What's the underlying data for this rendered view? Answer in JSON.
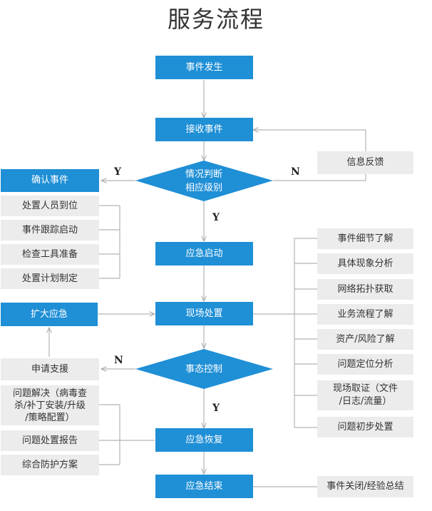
{
  "title": "服务流程",
  "main": {
    "event_occur": "事件发生",
    "receive_event": "接收事件",
    "judge": "情况判断\n相应级别",
    "emergency_start": "应急启动",
    "onsite": "现场处置",
    "control": "事态控制",
    "recover": "应急恢复",
    "finish": "应急结束"
  },
  "feedback": "信息反馈",
  "confirm": "确认事件",
  "expand": "扩大应急",
  "left_prep": [
    "处置人员到位",
    "事件跟踪启动",
    "检查工具准备",
    "处置计划制定"
  ],
  "support": "申请支援",
  "left_recover": [
    "问题解决（病毒查\n杀/补丁安装/升级\n/策略配置）",
    "问题处置报告",
    "综合防护方案"
  ],
  "right_onsite": [
    "事件细节了解",
    "具体现象分析",
    "网络拓扑获取",
    "业务流程了解",
    "资产/风险了解",
    "问题定位分析",
    "现场取证（文件\n/日志/流量）",
    "问题初步处置"
  ],
  "summary": "事件关闭/经验总结",
  "labels": {
    "y1": "Y",
    "n1": "N",
    "y2": "Y",
    "n2": "N",
    "y3": "Y"
  },
  "colors": {
    "blue": "#1f8fd6",
    "gray_box": "#ececec",
    "line": "#b3b3b3"
  }
}
